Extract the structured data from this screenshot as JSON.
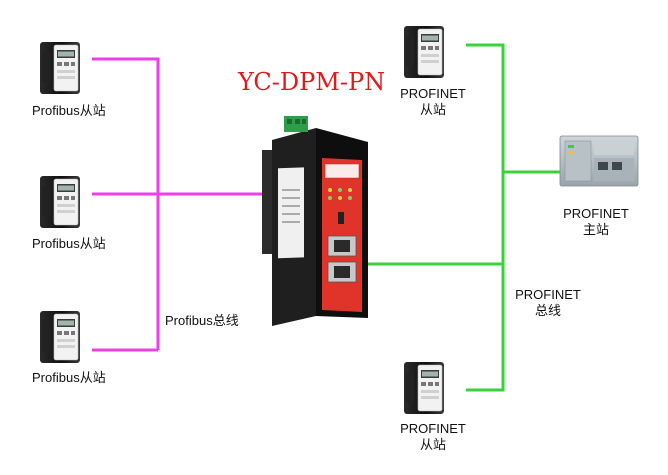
{
  "title": "YC-DPM-PN",
  "labels": {
    "profibus_slave_1": "Profibus从站",
    "profibus_slave_2": "Profibus从站",
    "profibus_slave_3": "Profibus从站",
    "profibus_bus": "Profibus总线",
    "profinet_slave_top_1": "PROFINET",
    "profinet_slave_top_2": "从站",
    "profinet_master_1": "PROFINET",
    "profinet_master_2": "主站",
    "profinet_bus_1": "PROFINET",
    "profinet_bus_2": "总线",
    "profinet_slave_bottom_1": "PROFINET",
    "profinet_slave_bottom_2": "从站"
  },
  "colors": {
    "profibus_line": "#ee3ee8",
    "profinet_line": "#3ad23a",
    "title": "#e01a1a",
    "gateway_red": "#e0342a",
    "gateway_black": "#1b1b1b"
  }
}
